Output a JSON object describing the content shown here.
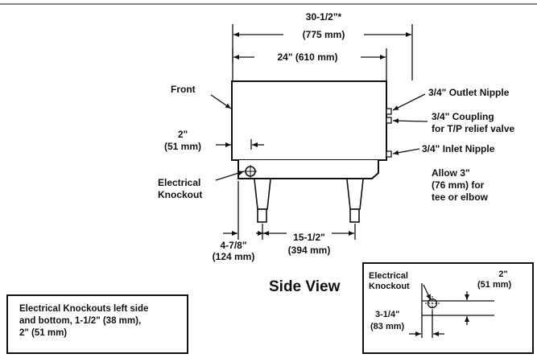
{
  "labels": {
    "overall_width": "30-1/2\"*",
    "overall_width_mm": "(775 mm)",
    "body_width": "24\" (610 mm)",
    "outlet_nipple": "3/4\" Outlet Nipple",
    "coupling_line1": "3/4\" Coupling",
    "coupling_line2": "for T/P relief valve",
    "inlet_nipple": "3/4\" Inlet Nipple",
    "allow_line1": "Allow 3\"",
    "allow_line2": "(76 mm) for",
    "allow_line3": "tee or elbow",
    "front": "Front",
    "inset_2in": "2\"",
    "inset_2in_mm": "(51 mm)",
    "electrical_line1": "Electrical",
    "electrical_line2": "Knockout",
    "leg_offset": "4-7/8\"",
    "leg_offset_mm": "(124 mm)",
    "leg_spacing": "15-1/2\"",
    "leg_spacing_mm": "(394 mm)",
    "view_title": "Side View"
  },
  "note": {
    "line1": "Electrical Knockouts left side",
    "line2": "and bottom, 1-1/2\" (38 mm),",
    "line3": "2\" (51 mm)"
  },
  "inset": {
    "electrical_line1": "Electrical",
    "electrical_line2": "Knockout",
    "dim_2in": "2\"",
    "dim_2in_mm": "(51 mm)",
    "dim_314": "3-1/4\"",
    "dim_314_mm": "(83 mm)"
  }
}
